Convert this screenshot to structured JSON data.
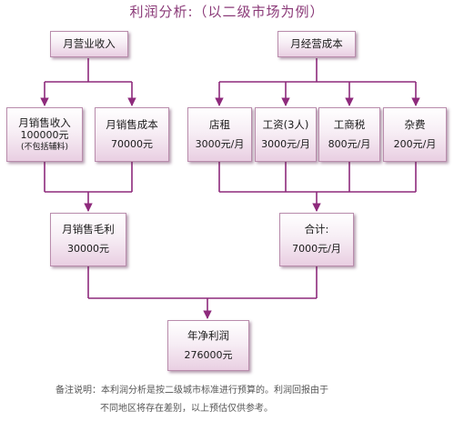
{
  "title": "利润分析:（以二级市场为例）",
  "income": {
    "label": "月营业收入",
    "sales": {
      "name": "月销售收入",
      "value": "100000元",
      "note": "(不包括辅料)"
    },
    "cost": {
      "name": "月销售成本",
      "value": "70000元"
    },
    "gross": {
      "name": "月销售毛利",
      "value": "30000元"
    }
  },
  "expense": {
    "label": "月经营成本",
    "items": [
      {
        "name": "店租",
        "value": "3000元/月"
      },
      {
        "name": "工资(3人)",
        "value": "3000元/月"
      },
      {
        "name": "工商税",
        "value": "800元/月"
      },
      {
        "name": "杂费",
        "value": "200元/月"
      }
    ],
    "total": {
      "name": "合计:",
      "value": "7000元/月"
    }
  },
  "net": {
    "name": "年净利润",
    "value": "276000元"
  },
  "footnote": {
    "line1": "备注说明：本利润分析是按二级城市标准进行预算的。利润回报由于",
    "line2": "不同地区将存在差别，以上预估仅供参考。"
  },
  "colors": {
    "line": "#8e2a7c",
    "title": "#8b3a78",
    "box_border": "#b98cac"
  }
}
